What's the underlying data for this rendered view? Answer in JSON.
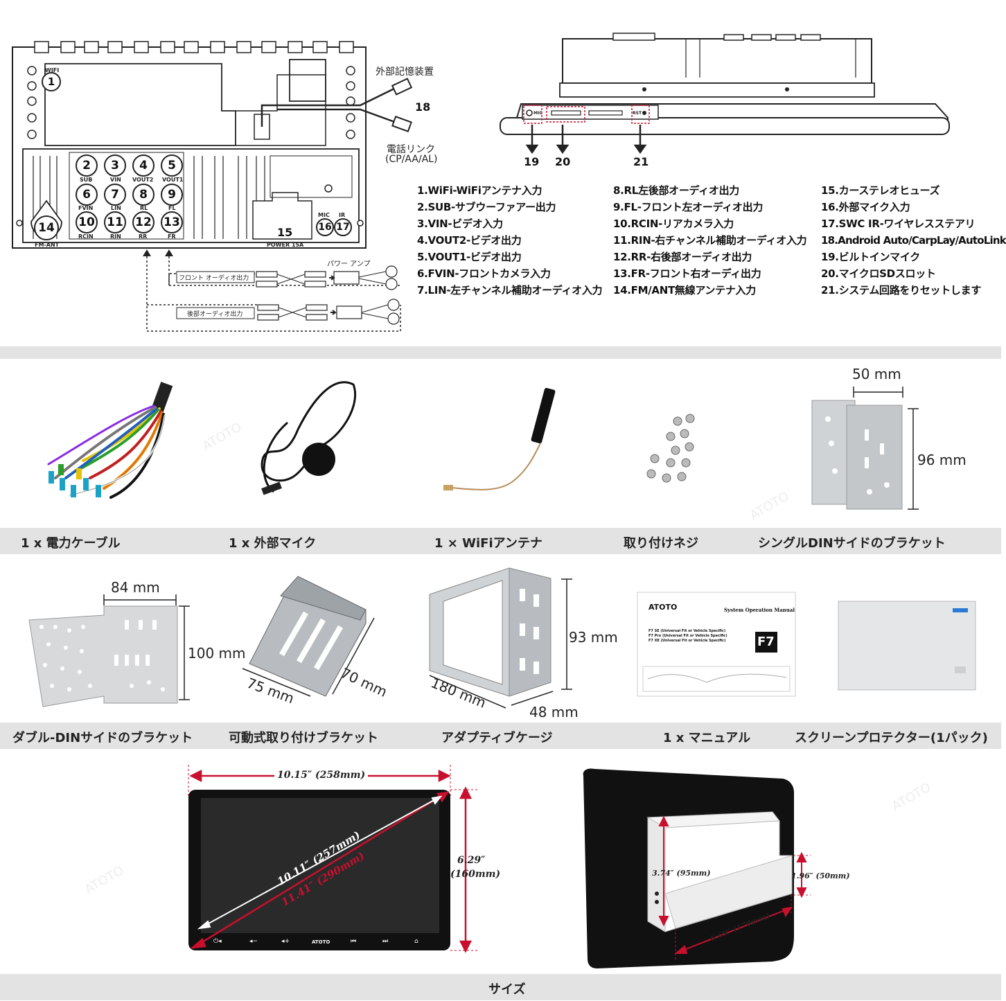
{
  "watermark": "ATOTO",
  "wiring": {
    "external_storage": "外部記憶装置",
    "num_18": "18",
    "phone_link": "電話リンク",
    "phone_link_sub": "(CP/AA/AL)",
    "front_audio": "フロント オーディオ出力",
    "rear_audio": "後部オーディオ出力",
    "power_amp": "パワー アンプ",
    "power_15a": "POWER 15A",
    "fm_ant": "FM-ANT",
    "connectors": [
      {
        "n": "1",
        "label": "WIFI"
      },
      {
        "n": "2",
        "label": "SUB"
      },
      {
        "n": "3",
        "label": "VIN"
      },
      {
        "n": "4",
        "label": "VOUT2"
      },
      {
        "n": "5",
        "label": "VOUT1"
      },
      {
        "n": "6",
        "label": "FVIN"
      },
      {
        "n": "7",
        "label": "LIN"
      },
      {
        "n": "8",
        "label": "RL"
      },
      {
        "n": "9",
        "label": "FL"
      },
      {
        "n": "10",
        "label": "RCIN"
      },
      {
        "n": "11",
        "label": "RIN"
      },
      {
        "n": "12",
        "label": "RR"
      },
      {
        "n": "13",
        "label": "FR"
      },
      {
        "n": "14",
        "label": ""
      },
      {
        "n": "15",
        "label": ""
      },
      {
        "n": "16",
        "label": "MIC"
      },
      {
        "n": "17",
        "label": "IR"
      }
    ]
  },
  "side_view": {
    "mic": "MIC",
    "rst": "RST",
    "num_19": "19",
    "num_20": "20",
    "num_21": "21"
  },
  "legend": {
    "col1": [
      "1.WiFi-WiFiアンテナ入力",
      "2.SUB-サブウーファアー出力",
      "3.VIN-ビデオ入力",
      "4.VOUT2-ビデオ出力",
      "5.VOUT1-ビデオ出力",
      "6.FVIN-フロントカメラ入力",
      "7.LIN-左チャンネル補助オーディオ入力"
    ],
    "col2": [
      "8.RL左後部オーディオ出力",
      "9.FL-フロント左オーディオ出力",
      "10.RCIN-リアカメラ入力",
      "11.RIN-右チャンネル補助オーディオ入力",
      "12.RR-右後部オーディオ出力",
      "13.FR-フロント右オーディ出力",
      "14.FM/ANT無線アンテナ入力"
    ],
    "col3": [
      "15.カーステレオヒューズ",
      "16.外部マイク入力",
      "17.SWC IR-ワイヤレスステアリ",
      "18.Android Auto/CarpLay/AutoLink",
      "19.ビルトインマイク",
      "20.マイクロSDスロット",
      "21.システム回路をりセットします"
    ]
  },
  "row1": {
    "captions": [
      "1 x 電力ケーブル",
      "1 x 外部マイク",
      "1 × WiFiアンテナ",
      "取り付けネジ",
      "シングルDINサイドのブラケット"
    ],
    "bracket_width": "50 mm",
    "bracket_height": "96 mm"
  },
  "row2": {
    "captions": [
      "ダブル-DINサイドのブラケット",
      "可動式取り付けブラケット",
      "アダプティブケージ",
      "1 x マニュアル",
      "スクリーンプロテクター(1パック)"
    ],
    "double_w": "84 mm",
    "double_h": "100 mm",
    "movable_a": "75 mm",
    "movable_b": "70 mm",
    "cage_h": "93 mm",
    "cage_l": "180 mm",
    "cage_w": "48 mm",
    "manual": {
      "brand": "ATOTO",
      "title": "System Operation Manual",
      "model": "F7",
      "lines": [
        "F7 SE (Universal Fit or Vehicle Specific)",
        "F7 Pro (Universal Fit or Vehicle Specific)",
        "F7 XE (Universal Fit or Vehicle Specific)"
      ]
    }
  },
  "size": {
    "width": "10.15″ (258mm)",
    "diag_screen": "10.11″ (257mm)",
    "diag_total": "11.41″ (290mm)",
    "height_in": "6.29″",
    "height_mm": "(160mm)",
    "body_h": "3.74″ (95mm)",
    "body_d": "6.69″ (170mm)",
    "body_w": "1.96″ (50mm)",
    "screen_brand": "ATOTO",
    "caption": "サイズ"
  },
  "colors": {
    "bar": "#e3e3e3",
    "red": "#c8102e"
  }
}
